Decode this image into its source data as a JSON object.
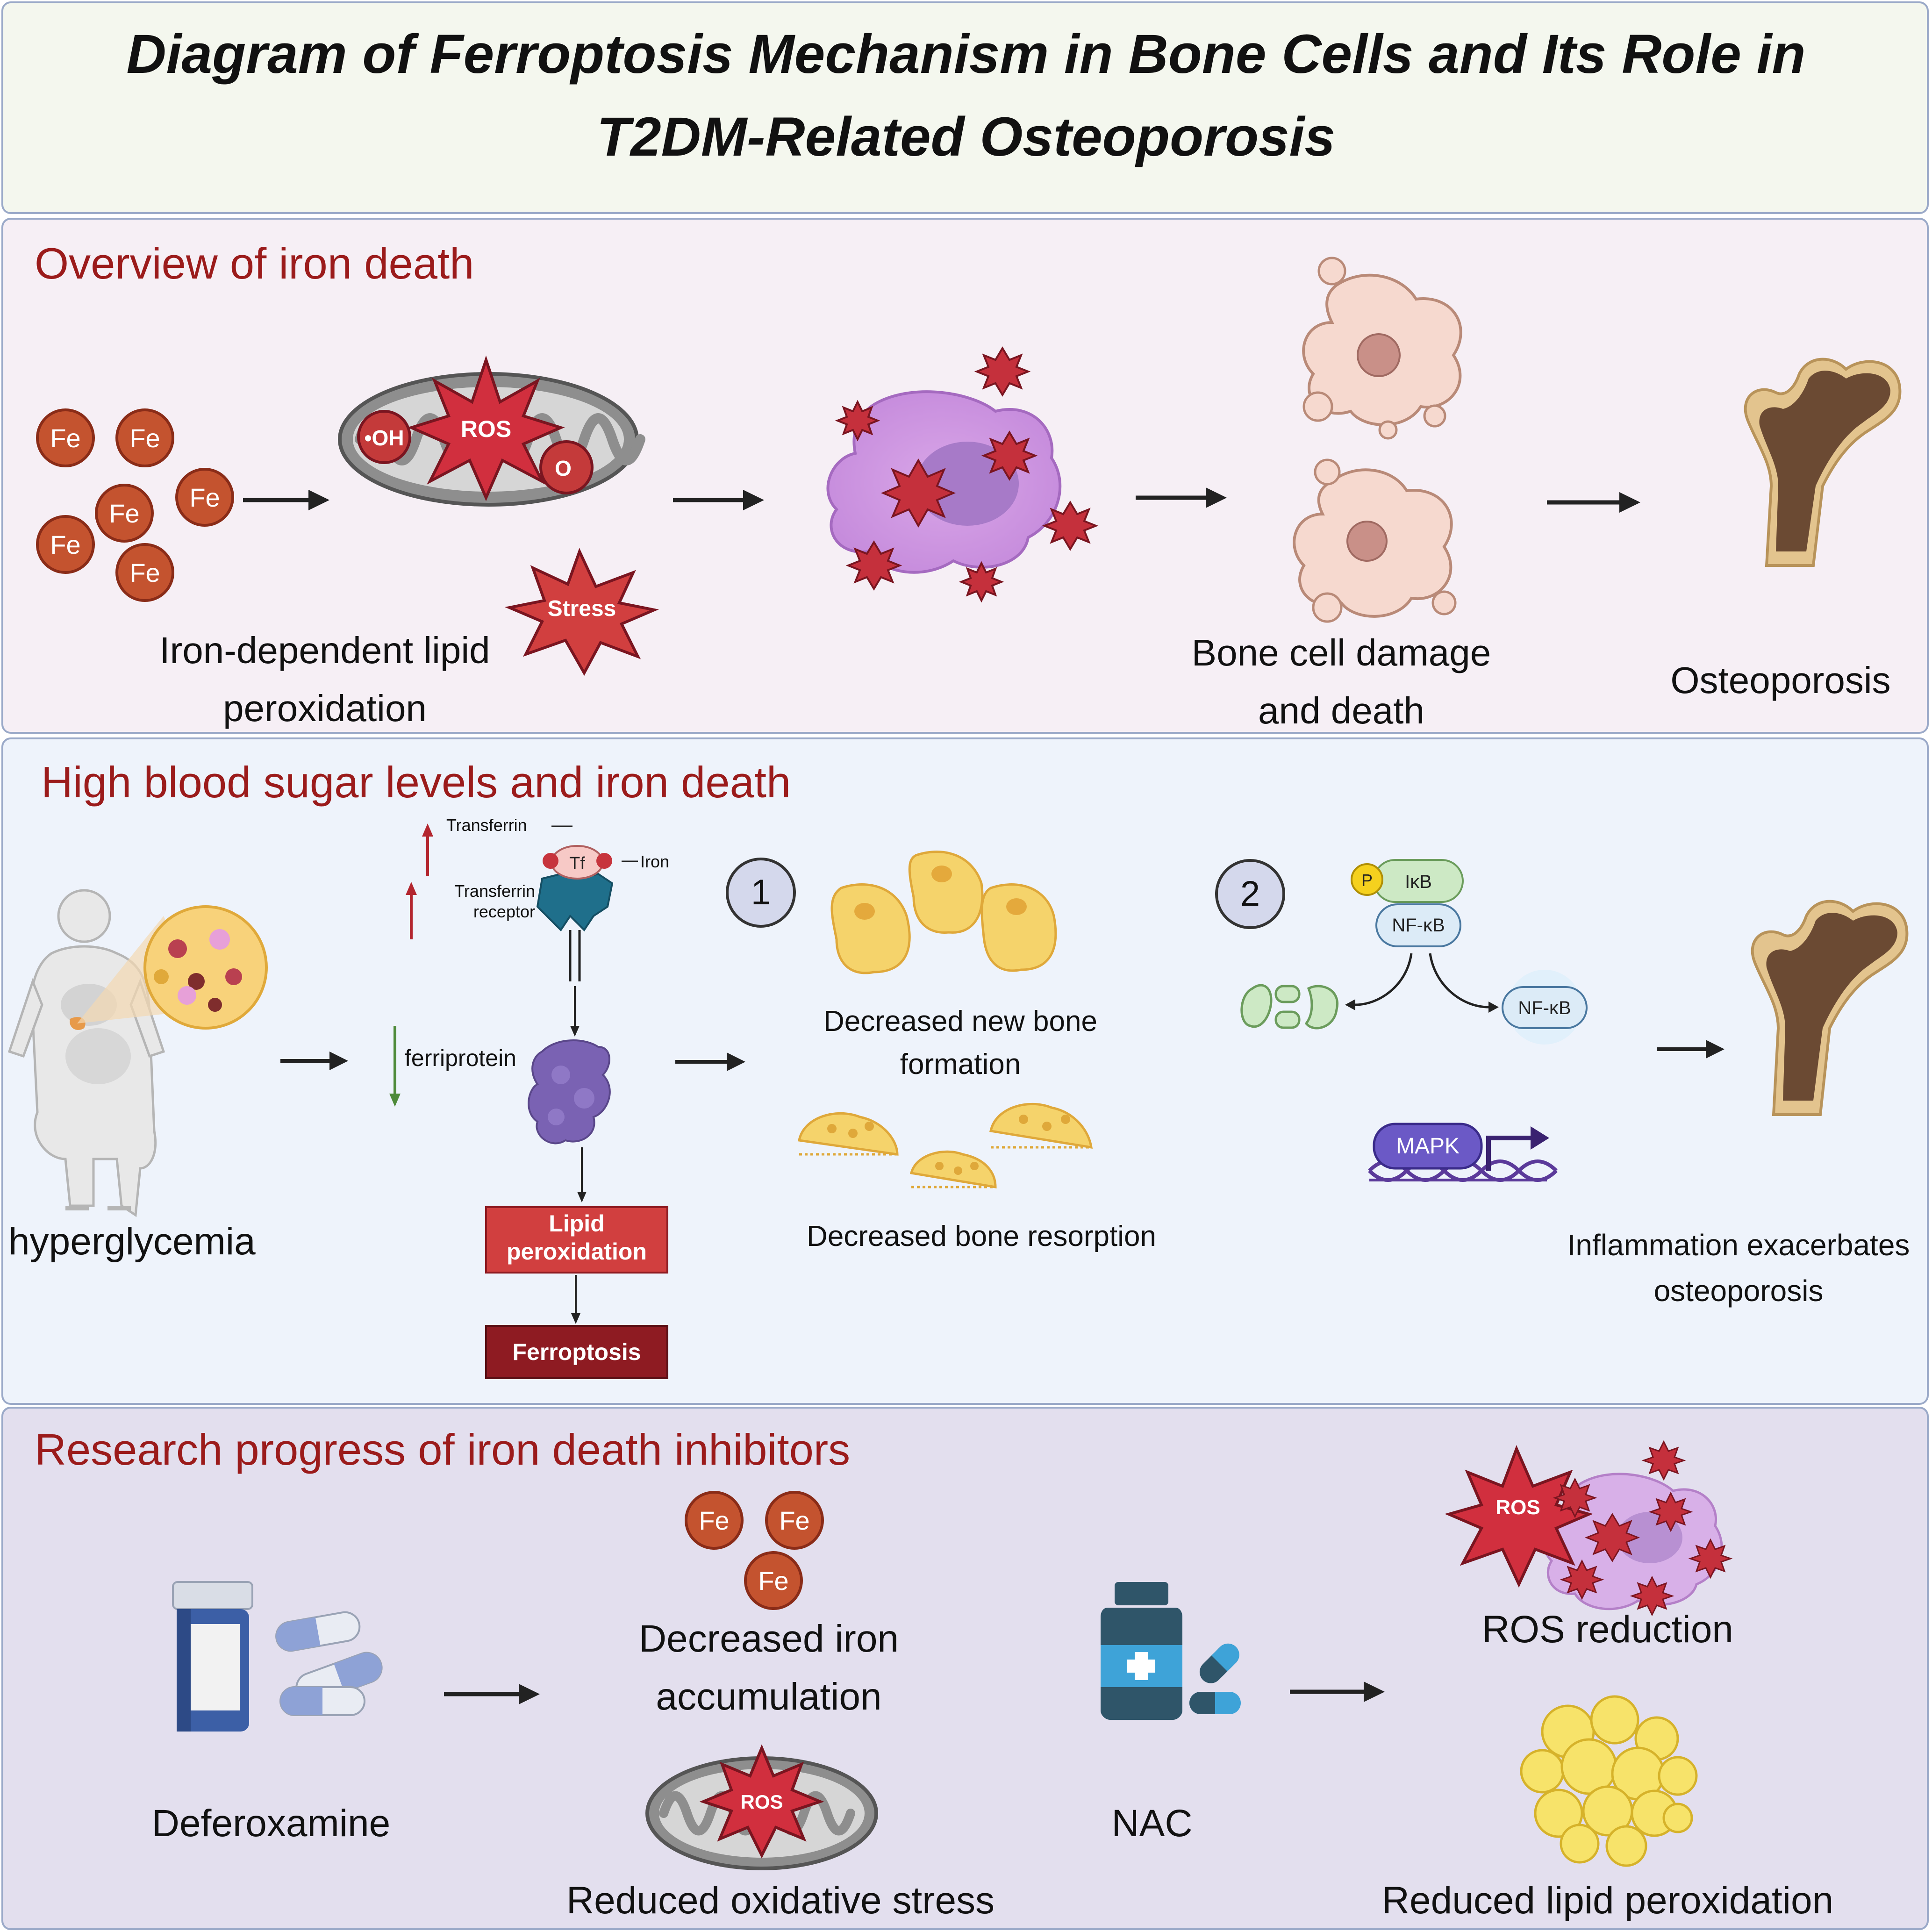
{
  "title": {
    "line1": "Diagram of Ferroptosis Mechanism in Bone Cells and Its Role in",
    "line2": "T2DM-Related Osteoporosis"
  },
  "colors": {
    "title_bg": "#f4f7ee",
    "panel1_bg": "#f6eff5",
    "panel2_bg": "#eef3fb",
    "panel3_bg": "#e3dfee",
    "heading": "#9b1b1b",
    "fe": "#c4532f",
    "ros_star": "#d12f3e",
    "lipid_box": "#d13f3f",
    "ferro_box": "#8e1b22"
  },
  "panel1": {
    "heading": "Overview of iron death",
    "fe_label": "Fe",
    "ros_label": "ROS",
    "oh_label": "•OH",
    "o2_label": "O",
    "stress_label": "Stress",
    "lipid_line1": "Iron-dependent lipid",
    "lipid_line2": "peroxidation",
    "damage_line1": "Bone cell damage",
    "damage_line2": "and death",
    "osteoporosis": "Osteoporosis"
  },
  "panel2": {
    "heading": "High blood sugar levels and iron death",
    "hyperglycemia": "hyperglycemia",
    "transferrin": "Transferrin",
    "transferrin_receptor_1": "Transferrin",
    "transferrin_receptor_2": "receptor",
    "iron": "Iron",
    "tf": "Tf",
    "ferriprotein": "ferriprotein",
    "lipid_box_1": "Lipid",
    "lipid_box_2": "peroxidation",
    "ferroptosis": "Ferroptosis",
    "num1": "1",
    "num2": "2",
    "formation_1": "Decreased new bone",
    "formation_2": "formation",
    "resorption": "Decreased bone resorption",
    "p_label": "P",
    "ikb": "IκB",
    "nfkb": "NF-κB",
    "nfkb2": "NF-κB",
    "mapk": "MAPK",
    "inflammation_1": "Inflammation exacerbates",
    "inflammation_2": "osteoporosis"
  },
  "panel3": {
    "heading": "Research progress of iron death inhibitors",
    "fe_label": "Fe",
    "ros_label": "ROS",
    "deferoxamine": "Deferoxamine",
    "iron_1": "Decreased iron",
    "iron_2": "accumulation",
    "oxidative": "Reduced oxidative stress",
    "nac": "NAC",
    "ros_reduction": "ROS reduction",
    "lipid_reduction": "Reduced lipid peroxidation"
  }
}
